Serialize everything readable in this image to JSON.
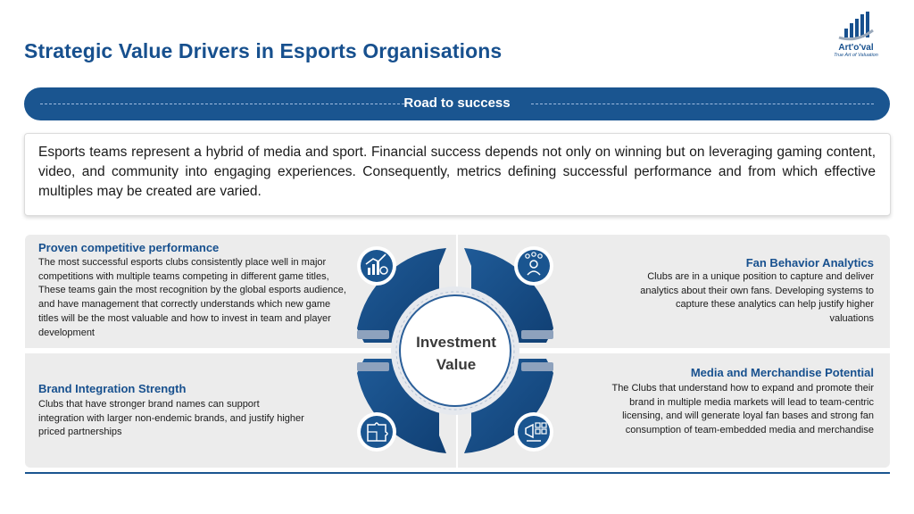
{
  "header": {
    "title": "Strategic Value Drivers in Esports Organisations",
    "logo_name": "Art'o'val",
    "logo_tagline": "True Art of Valuation"
  },
  "banner": {
    "label": "Road to success"
  },
  "intro": {
    "text": "Esports teams represent a hybrid of media and sport. Financial success depends not only on winning but on leveraging gaming content, video, and community into engaging experiences. Consequently, metrics defining successful performance and from which effective multiples may be created are varied."
  },
  "center": {
    "line1": "Investment",
    "line2": "Value"
  },
  "quadrants": [
    {
      "heading": "Proven competitive performance",
      "body": "The most successful esports clubs consistently place well in major competitions with multiple teams competing in different game titles, These teams gain the most recognition by the global esports audience, and have management that correctly understands which new game titles will be the most valuable and how to invest in team and player development",
      "icon": "growth-chart-icon"
    },
    {
      "heading": "Fan Behavior Analytics",
      "body": "Clubs are in a unique position to capture and deliver analytics about their own fans. Developing systems to capture these analytics can help justify higher valuations",
      "icon": "user-analytics-icon"
    },
    {
      "heading": "Brand Integration Strength",
      "body": "Clubs that have stronger brand names can support integration with larger non-endemic brands, and justify higher priced partnerships",
      "icon": "puzzle-integration-icon"
    },
    {
      "heading": "Media and Merchandise Potential",
      "body": "The Clubs that understand how to expand and promote their brand in multiple media markets will lead to team-centric licensing, and will generate loyal fan bases and strong fan consumption of team-embedded media and merchandise",
      "icon": "media-megaphone-icon"
    }
  ],
  "colors": {
    "primary": "#1a5590",
    "title": "#17508e",
    "panel": "#ececec",
    "petal": "#174f8c"
  }
}
